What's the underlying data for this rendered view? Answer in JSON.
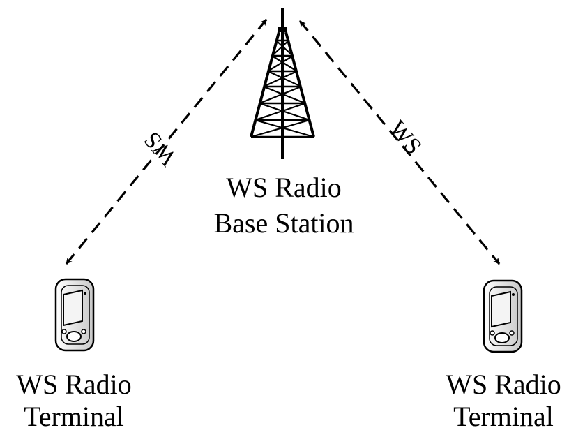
{
  "base_station": {
    "line1": "WS Radio",
    "line2": "Base Station",
    "icon": "radio-tower-icon"
  },
  "terminal_left": {
    "line1": "WS Radio",
    "line2": "Terminal",
    "icon": "mobile-phone-icon"
  },
  "terminal_right": {
    "line1": "WS Radio",
    "line2": "Terminal",
    "icon": "mobile-phone-icon"
  },
  "links": {
    "left_label": "WS",
    "right_label": "WS",
    "style": "dashed-bidirectional"
  },
  "colors": {
    "line": "#000000",
    "phone_body": "#e6e6e6",
    "phone_screen": "#f0f0f0"
  }
}
